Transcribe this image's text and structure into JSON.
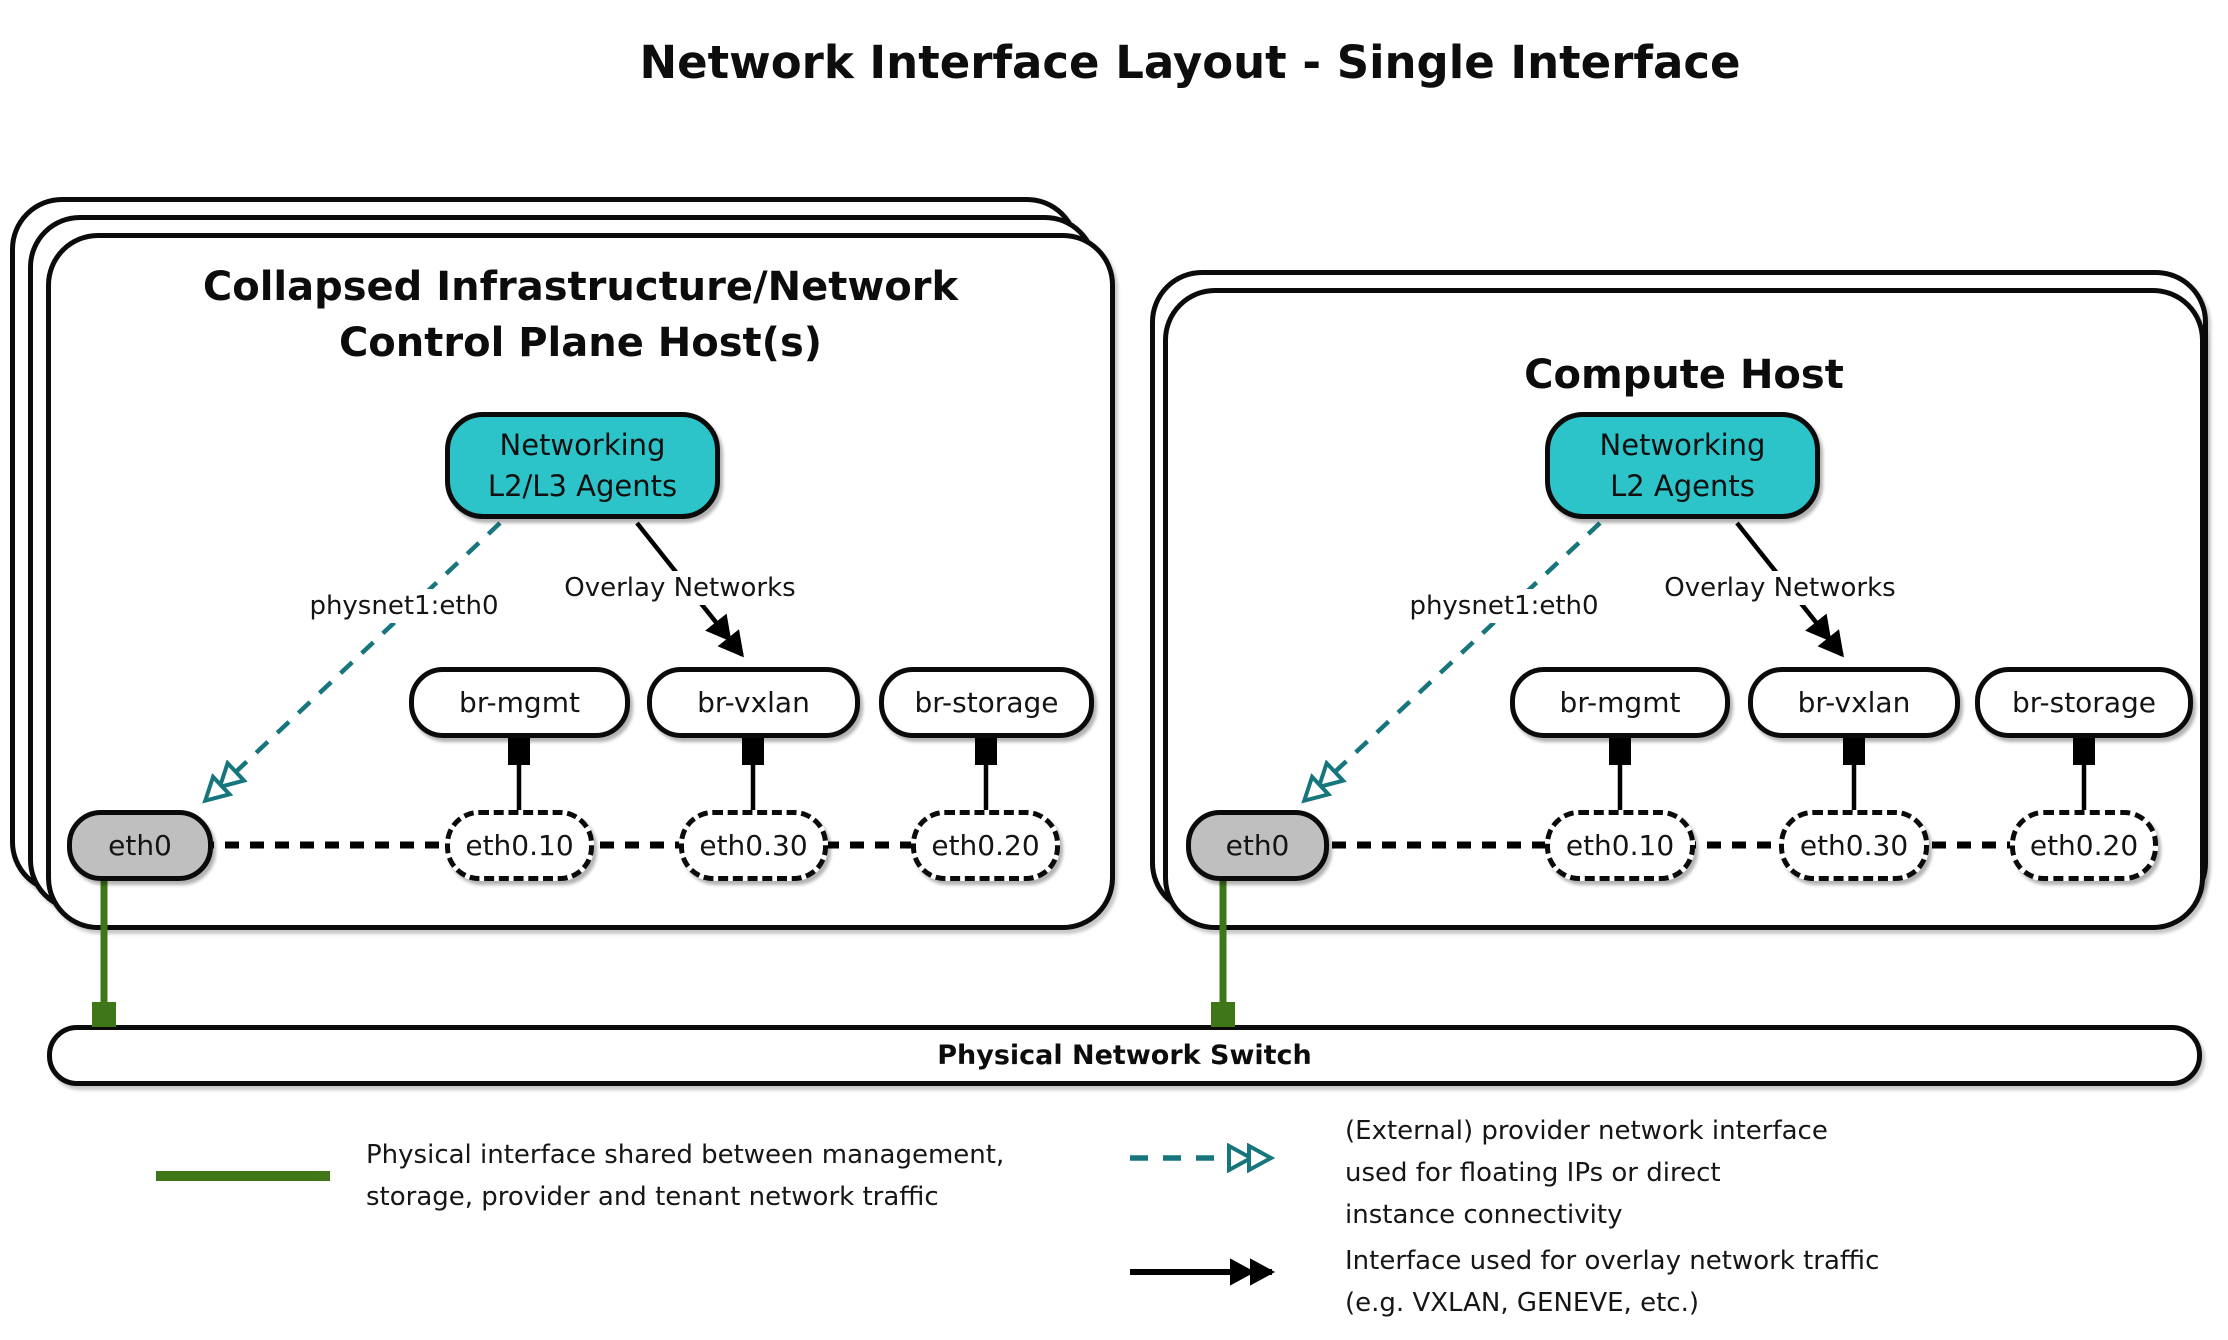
{
  "title": "Network Interface Layout - Single Interface",
  "hosts": {
    "left": {
      "title_lines": [
        "Collapsed Infrastructure/Network",
        "Control Plane Host(s)"
      ],
      "agent_lines": [
        "Networking",
        "L2/L3 Agents"
      ],
      "provider_label": "physnet1:eth0",
      "overlay_label": "Overlay Networks",
      "bridges": [
        "br-mgmt",
        "br-vxlan",
        "br-storage"
      ],
      "physical_interface": "eth0",
      "vlan_interfaces": [
        "eth0.10",
        "eth0.30",
        "eth0.20"
      ]
    },
    "right": {
      "title_lines": [
        "Compute Host"
      ],
      "agent_lines": [
        "Networking",
        "L2 Agents"
      ],
      "provider_label": "physnet1:eth0",
      "overlay_label": "Overlay Networks",
      "bridges": [
        "br-mgmt",
        "br-vxlan",
        "br-storage"
      ],
      "physical_interface": "eth0",
      "vlan_interfaces": [
        "eth0.10",
        "eth0.30",
        "eth0.20"
      ]
    }
  },
  "switch": {
    "label": "Physical Network Switch"
  },
  "legend": {
    "physical": {
      "swatch": "green-solid-line",
      "lines": [
        "Physical interface shared between management,",
        "storage, provider and tenant network traffic"
      ]
    },
    "provider": {
      "swatch": "teal-dashed-double-arrow",
      "lines": [
        "(External) provider network interface",
        "used for floating IPs or direct",
        "instance connectivity"
      ]
    },
    "overlay": {
      "swatch": "black-solid-double-arrow",
      "lines": [
        "Interface used for overlay network traffic",
        "(e.g. VXLAN, GENEVE, etc.)"
      ]
    }
  },
  "colors": {
    "teal_fill": "#2cc4c8",
    "teal_stroke": "#17767d",
    "green": "#3f7617",
    "node_gray": "#bfbfbf",
    "ink": "#0b0b0b"
  }
}
